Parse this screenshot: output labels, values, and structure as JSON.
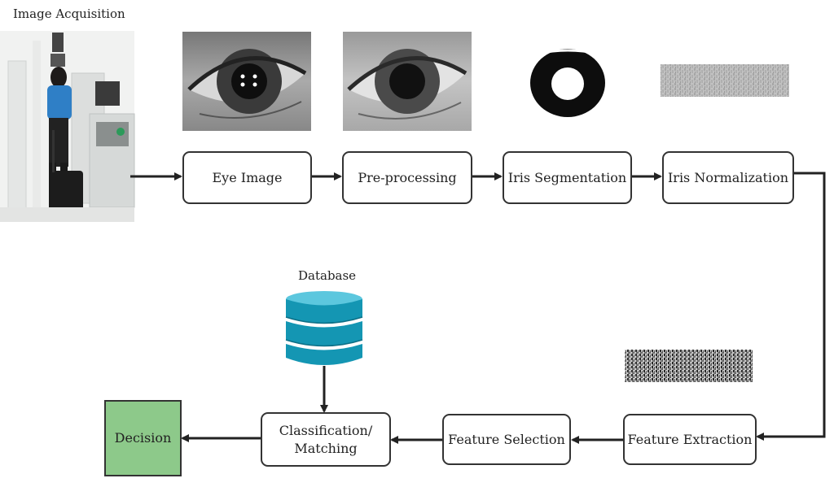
{
  "labels": {
    "image_acquisition": "Image Acquisition",
    "database": "Database"
  },
  "steps": {
    "eye_image": "Eye Image",
    "pre_processing": "Pre-processing",
    "iris_segmentation": "Iris Segmentation",
    "iris_normalization": "Iris Normalization",
    "feature_extraction": "Feature Extraction",
    "feature_selection": "Feature Selection",
    "classification_line1": "Classification/",
    "classification_line2": "Matching",
    "decision": "Decision"
  },
  "colors": {
    "decision_fill": "#8dc98a",
    "database_fill": "#1aa3bf",
    "arrow": "#222222"
  },
  "icons": [
    "person-at-gate-photo",
    "eye-image-photo",
    "preprocessed-eye-photo",
    "segmented-iris-ring",
    "normalized-iris-strip",
    "feature-texture-strip",
    "database-icon"
  ]
}
